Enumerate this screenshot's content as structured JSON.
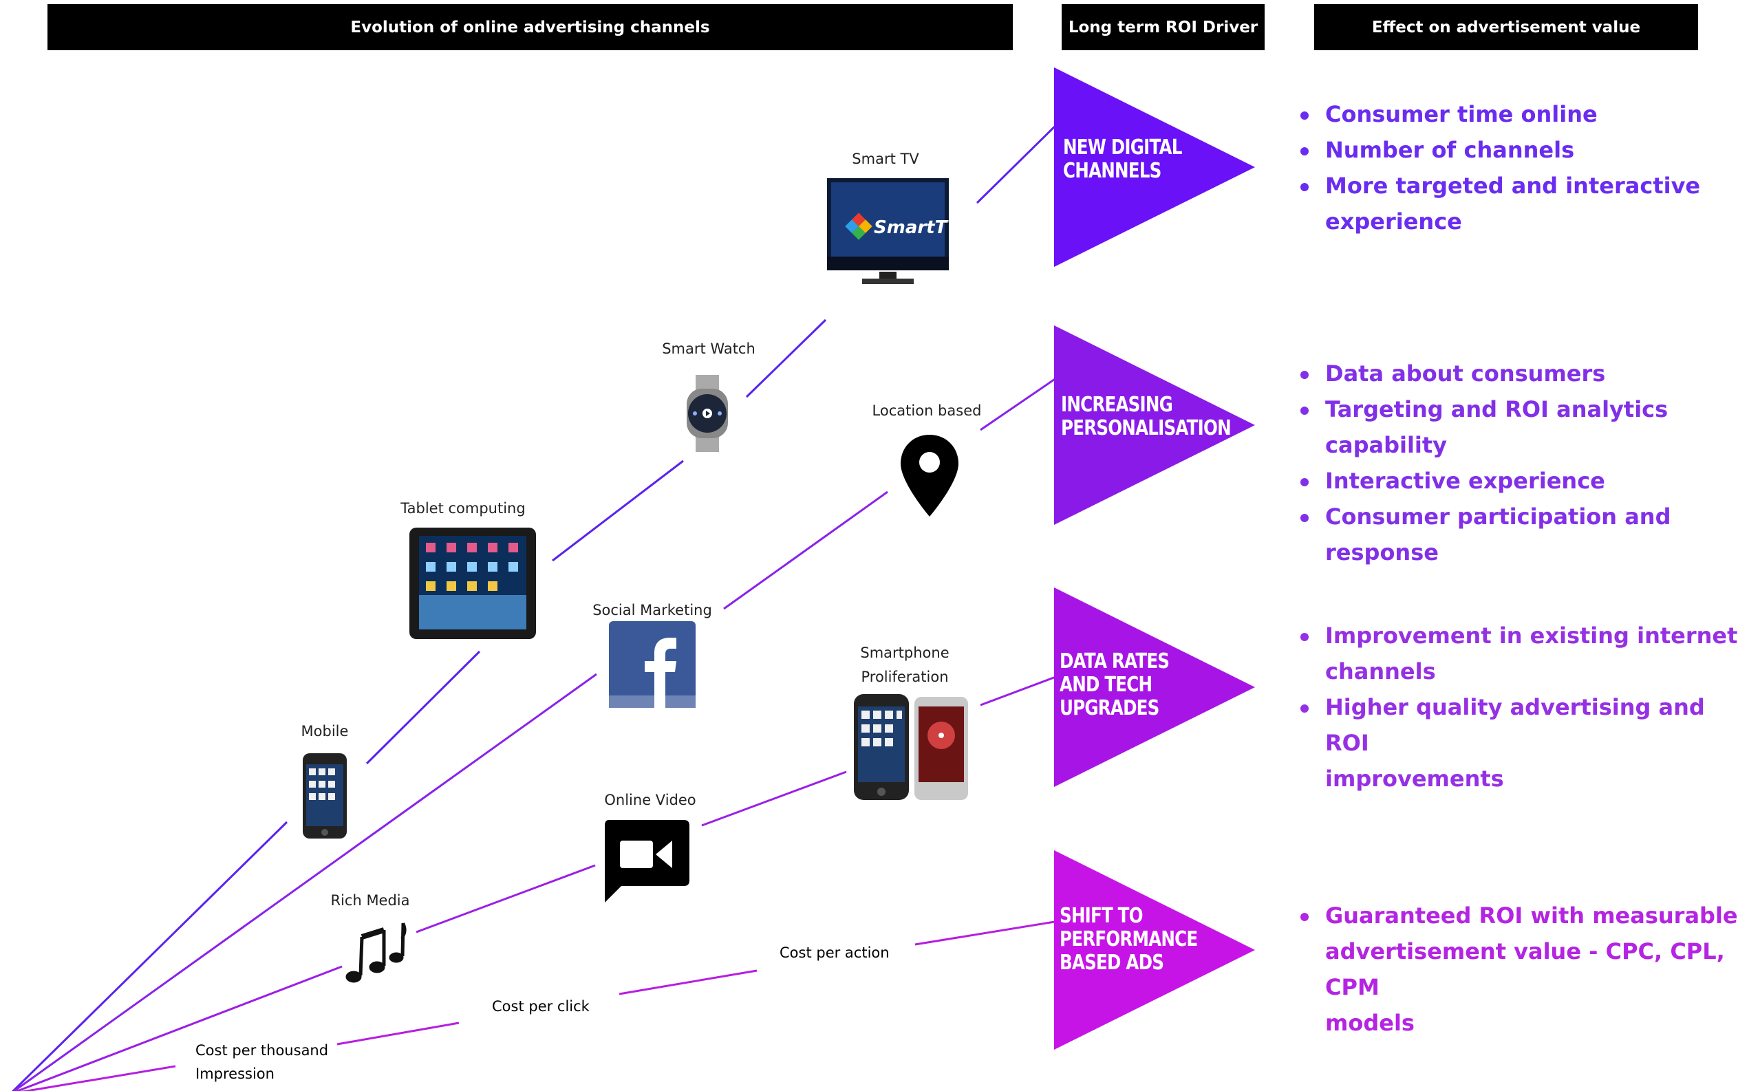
{
  "headers": {
    "evolution": "Evolution of online advertising channels",
    "roi_driver": "Long term ROI Driver",
    "effect": "Effect on advertisement value"
  },
  "channels": {
    "smart_tv": "Smart TV",
    "smart_tv_logo": "SmartTV",
    "smart_watch": "Smart Watch",
    "location_based": "Location based",
    "tablet": "Tablet computing",
    "social": "Social Marketing",
    "smartphone_line1": "Smartphone",
    "smartphone_line2": "Proliferation",
    "mobile": "Mobile",
    "online_video": "Online Video",
    "rich_media": "Rich Media"
  },
  "pricing": {
    "cpa": "Cost per action",
    "cpc": "Cost per click",
    "cpm_line1": "Cost per thousand",
    "cpm_line2": "Impression"
  },
  "drivers": [
    {
      "line1": "NEW DIGITAL",
      "line2": "CHANNELS",
      "line3": "",
      "color": "#6a11f7"
    },
    {
      "line1": "INCREASING",
      "line2": "PERSONALISATION",
      "line3": "",
      "color": "#8a1ae8"
    },
    {
      "line1": "DATA RATES",
      "line2": "AND TECH",
      "line3": "UPGRADES",
      "color": "#a715e6"
    },
    {
      "line1": "SHIFT TO",
      "line2": "PERFORMANCE",
      "line3": "BASED ADS",
      "color": "#c614e6"
    }
  ],
  "effects": [
    {
      "color": "#6a2cf0",
      "items": [
        "Consumer time online",
        "Number of channels",
        "More targeted and interactive",
        "experience"
      ]
    },
    {
      "color": "#8230e8",
      "items": [
        "Data about consumers",
        "Targeting and ROI analytics capability",
        "Interactive experience",
        "Consumer participation and response"
      ]
    },
    {
      "color": "#9630e4",
      "items": [
        "Improvement in existing internet",
        "channels",
        "Higher quality advertising and ROI",
        "improvements"
      ]
    },
    {
      "color": "#b424e2",
      "items": [
        "Guaranteed ROI with measurable",
        "advertisement value - CPC, CPL, CPM",
        "models"
      ]
    }
  ],
  "colors": {
    "line_blue": "#5a22ee",
    "line_purple": "#9b1fe6",
    "line_magenta": "#b61ee0",
    "header_bg": "#000000"
  },
  "icons": [
    "smart-tv-icon",
    "smart-watch-icon",
    "location-pin-icon",
    "tablet-icon",
    "facebook-icon",
    "smartphones-icon",
    "mobile-phone-icon",
    "video-camera-icon",
    "music-notes-icon"
  ]
}
